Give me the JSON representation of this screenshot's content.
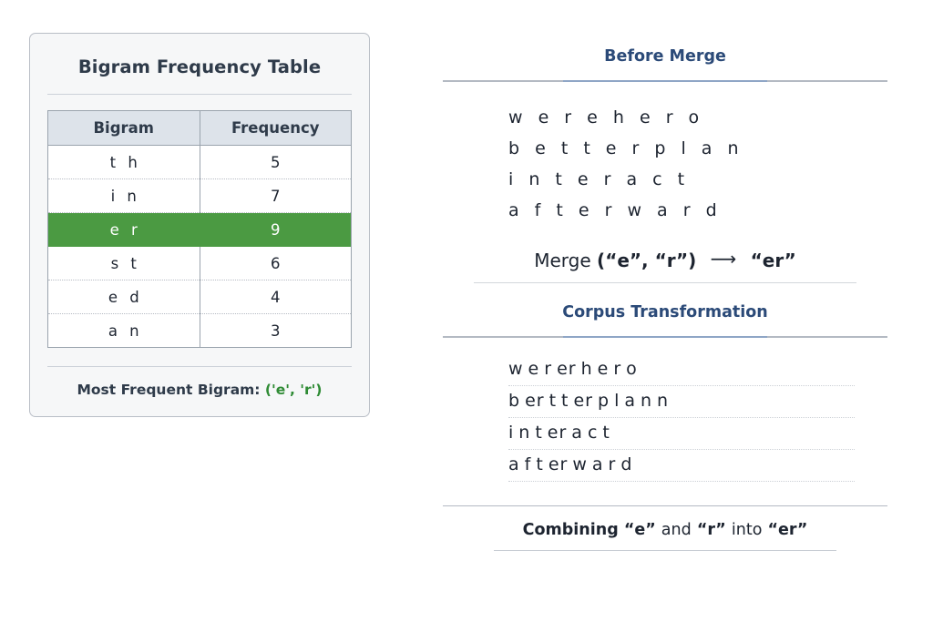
{
  "left_card": {
    "title": "Bigram Frequency Table",
    "columns": [
      "Bigram",
      "Frequency"
    ],
    "rows": [
      {
        "bigram": "t h",
        "frequency": "5",
        "highlighted": false
      },
      {
        "bigram": "i n",
        "frequency": "7",
        "highlighted": false
      },
      {
        "bigram": "e r",
        "frequency": "9",
        "highlighted": true
      },
      {
        "bigram": "s t",
        "frequency": "6",
        "highlighted": false
      },
      {
        "bigram": "e d",
        "frequency": "4",
        "highlighted": false
      },
      {
        "bigram": "a n",
        "frequency": "3",
        "highlighted": false
      }
    ],
    "footer_label": "Most Frequent Bigram:",
    "footer_value": "('e', 'r')",
    "highlight_color": "#4b9a42",
    "footer_value_color": "#2e8b34"
  },
  "right_panel": {
    "before_merge": {
      "heading": "Before Merge",
      "lines": [
        "w e r e h e r o",
        "b e t t e r p l a n",
        "i n t e r a c t",
        "a f t e r w a r d"
      ]
    },
    "merge_rule": {
      "prefix": "Merge",
      "pair": "(“e”, “r”)",
      "arrow": "⟶",
      "result": "“er”"
    },
    "corpus_transformation": {
      "heading": "Corpus Transformation",
      "lines": [
        {
          "tokens": [
            "w",
            "e",
            "r",
            "er",
            "h",
            "e",
            "r",
            "o"
          ]
        },
        {
          "tokens": [
            "b",
            "er",
            "t",
            "t",
            "er",
            "p",
            "l",
            "a",
            "n",
            "n"
          ]
        },
        {
          "tokens": [
            "i",
            "n",
            "t",
            "er",
            "a",
            "c",
            "t"
          ]
        },
        {
          "tokens": [
            "a",
            "f",
            "t",
            "er",
            "w",
            "a",
            "r",
            "d"
          ]
        }
      ]
    },
    "bottom_caption": {
      "word1": "Combining",
      "quote1": "“e”",
      "conj": "and",
      "quote2": "“r”",
      "prep": "into",
      "quote3": "“er”"
    },
    "heading_color": "#2b4a78"
  }
}
